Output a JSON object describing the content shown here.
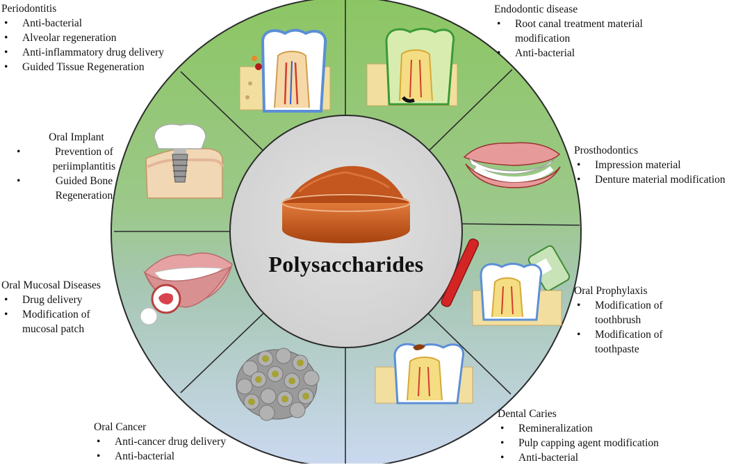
{
  "center": {
    "title": "Polysaccharides"
  },
  "sections": {
    "periodontitis": {
      "title": "Periodontitis",
      "items": [
        "Anti-bacterial",
        "Alveolar regeneration",
        "Anti-inflammatory drug delivery",
        "Guided Tissue Regeneration"
      ]
    },
    "endodontic": {
      "title": "Endodontic disease",
      "items": [
        "Root canal treatment material",
        "modification",
        "Anti-bacterial"
      ]
    },
    "oral_implant": {
      "title": "Oral Implant",
      "items": [
        "Prevention of",
        "periimplantitis",
        "Guided Bone",
        "Regeneration"
      ]
    },
    "prosthodontics": {
      "title": "Prosthodontics",
      "items": [
        "Impression material",
        "Denture material modification"
      ]
    },
    "mucosal": {
      "title": "Oral Mucosal Diseases",
      "items": [
        "Drug delivery",
        "Modification of",
        "mucosal patch"
      ]
    },
    "prophylaxis": {
      "title": "Oral Prophylaxis",
      "items": [
        "Modification of",
        "toothbrush",
        "Modification of",
        "toothpaste"
      ]
    },
    "cancer": {
      "title": "Oral Cancer",
      "items": [
        "Anti-cancer drug delivery",
        "Anti-bacterial"
      ]
    },
    "caries": {
      "title": "Dental Caries",
      "items": [
        "Remineralization",
        "Pulp capping agent modification",
        "Anti-bacterial"
      ]
    }
  },
  "colors": {
    "ring_top": "#8cc461",
    "ring_mid": "#a9c9a2",
    "ring_bottom": "#c6d6ee",
    "inner_circle": "#d6d6d6",
    "powder": "#c0501a"
  }
}
